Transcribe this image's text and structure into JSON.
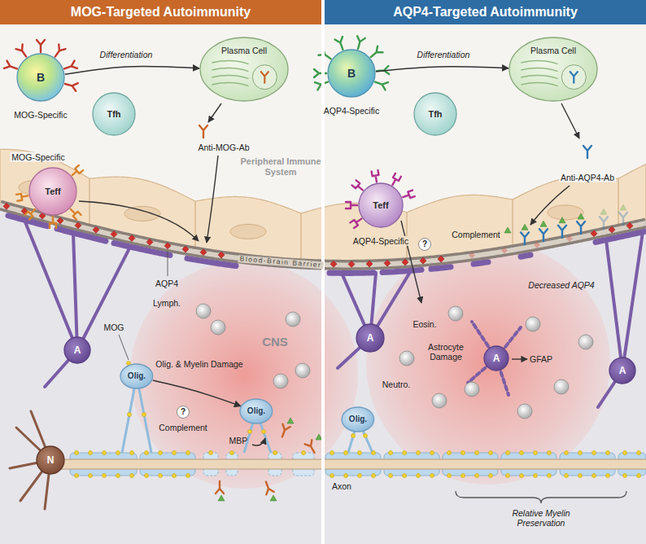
{
  "diagram": {
    "nodes": [
      {
        "text": [
          "MOG-Targeted Autoimmunity"
        ]
      },
      {
        "text": [
          "AQP4-Targeted Autoimmunity"
        ]
      },
      {
        "text": [
          "B",
          "MOG-Specific"
        ]
      },
      {
        "text": [
          "Plasma Cell"
        ]
      },
      {
        "text": [
          "Tfh"
        ]
      },
      {
        "text": [
          "Teff",
          "MOG-Specific"
        ]
      },
      {
        "text": [
          "A"
        ]
      },
      {
        "text": [
          "Olig."
        ]
      },
      {
        "text": [
          "N"
        ]
      },
      {
        "text": [
          "Olig."
        ]
      },
      {
        "text": [
          "B",
          "AQP4-Specific"
        ]
      },
      {
        "text": [
          "Plasma Cell"
        ]
      },
      {
        "text": [
          "Tfh"
        ]
      },
      {
        "text": [
          "Teff",
          "AQP4-Specific"
        ]
      },
      {
        "text": [
          "A"
        ]
      },
      {
        "text": [
          "A"
        ]
      },
      {
        "text": [
          "A"
        ]
      },
      {
        "text": [
          "Olig."
        ]
      }
    ],
    "edges": [
      {
        "from": 2,
        "to": 3,
        "arrow": "to",
        "label": "Differentiation"
      },
      {
        "from": 7,
        "to": 9,
        "arrow": "to",
        "label": "Olig. & Myelin Damage"
      },
      {
        "from": 10,
        "to": 11,
        "arrow": "to",
        "label": "Differentiation"
      }
    ],
    "labels": [
      "Anti-MOG-Ab",
      "Peripheral Immune System",
      "AQP4",
      "Blood-Brain Barrier",
      "Lymph.",
      "MOG",
      "CNS",
      "Complement",
      "?",
      "MBP",
      "Axon",
      "Anti-AQP4-Ab",
      "?",
      "Complement",
      "Decreased AQP4",
      "Eosin.",
      "Neutro.",
      "Astrocyte Damage",
      "GFAP",
      "Relative Myelin Preservation"
    ]
  }
}
